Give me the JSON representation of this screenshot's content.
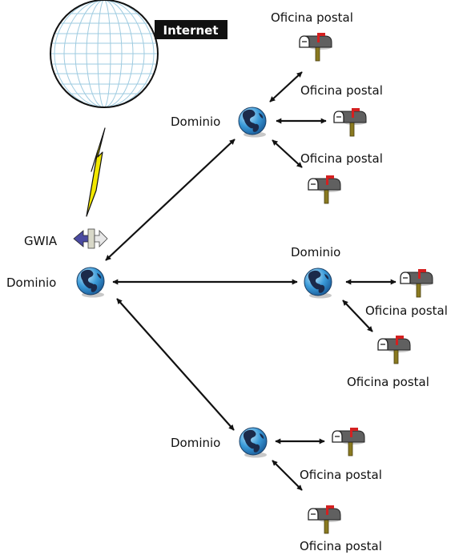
{
  "internet": {
    "label": "Internet"
  },
  "gateway": {
    "label": "GWIA"
  },
  "domains": {
    "primary": {
      "label": "Dominio"
    },
    "top": {
      "label": "Dominio"
    },
    "middle": {
      "label": "Dominio"
    },
    "bottom": {
      "label": "Dominio"
    }
  },
  "post_offices": {
    "top_1": {
      "label": "Oficina postal"
    },
    "top_2": {
      "label": "Oficina postal"
    },
    "top_3": {
      "label": "Oficina postal"
    },
    "middle_1": {
      "label": "Oficina postal"
    },
    "middle_2": {
      "label": "Oficina postal"
    },
    "bottom_1": {
      "label": "Oficina postal"
    },
    "bottom_2": {
      "label": "Oficina postal"
    }
  },
  "colors": {
    "globe_grid": "#9ecbe0",
    "lightning": "#f2e800",
    "earth_ocean": "#3a9ad8",
    "earth_land": "#1b2a4a",
    "mailbox_body": "#606060",
    "mailbox_flag": "#d42020",
    "mailbox_post": "#8a7a20",
    "gwia_arrow": "#4a4aa0"
  }
}
